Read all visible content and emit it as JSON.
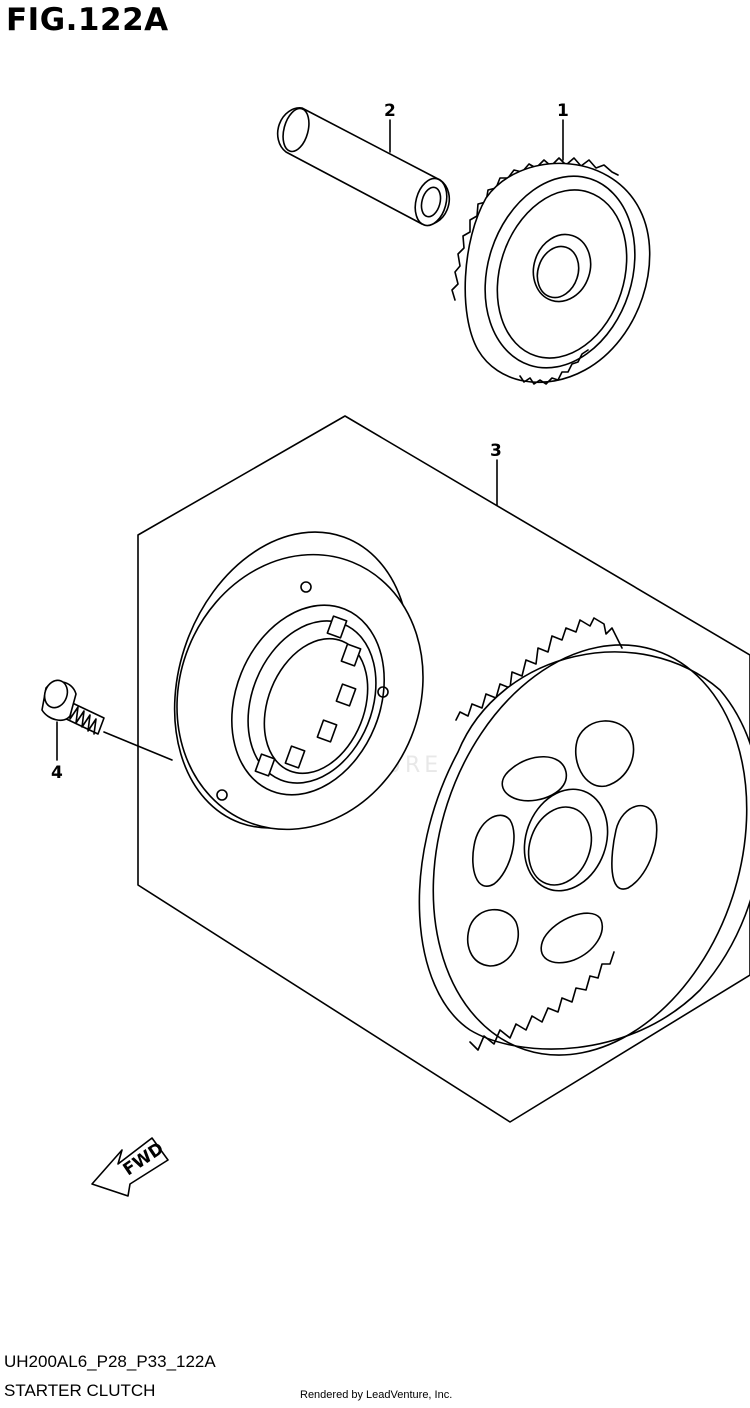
{
  "figure": {
    "title": "FIG.122A",
    "model_code": "UH200AL6_P28_P33_122A",
    "diagram_title": "STARTER CLUTCH",
    "rendered_by": "Rendered by LeadVenture, Inc.",
    "watermark": "VENTURE",
    "fwd_label": "FWD"
  },
  "parts": [
    {
      "ref": "1"
    },
    {
      "ref": "2"
    },
    {
      "ref": "3"
    },
    {
      "ref": "4"
    }
  ]
}
